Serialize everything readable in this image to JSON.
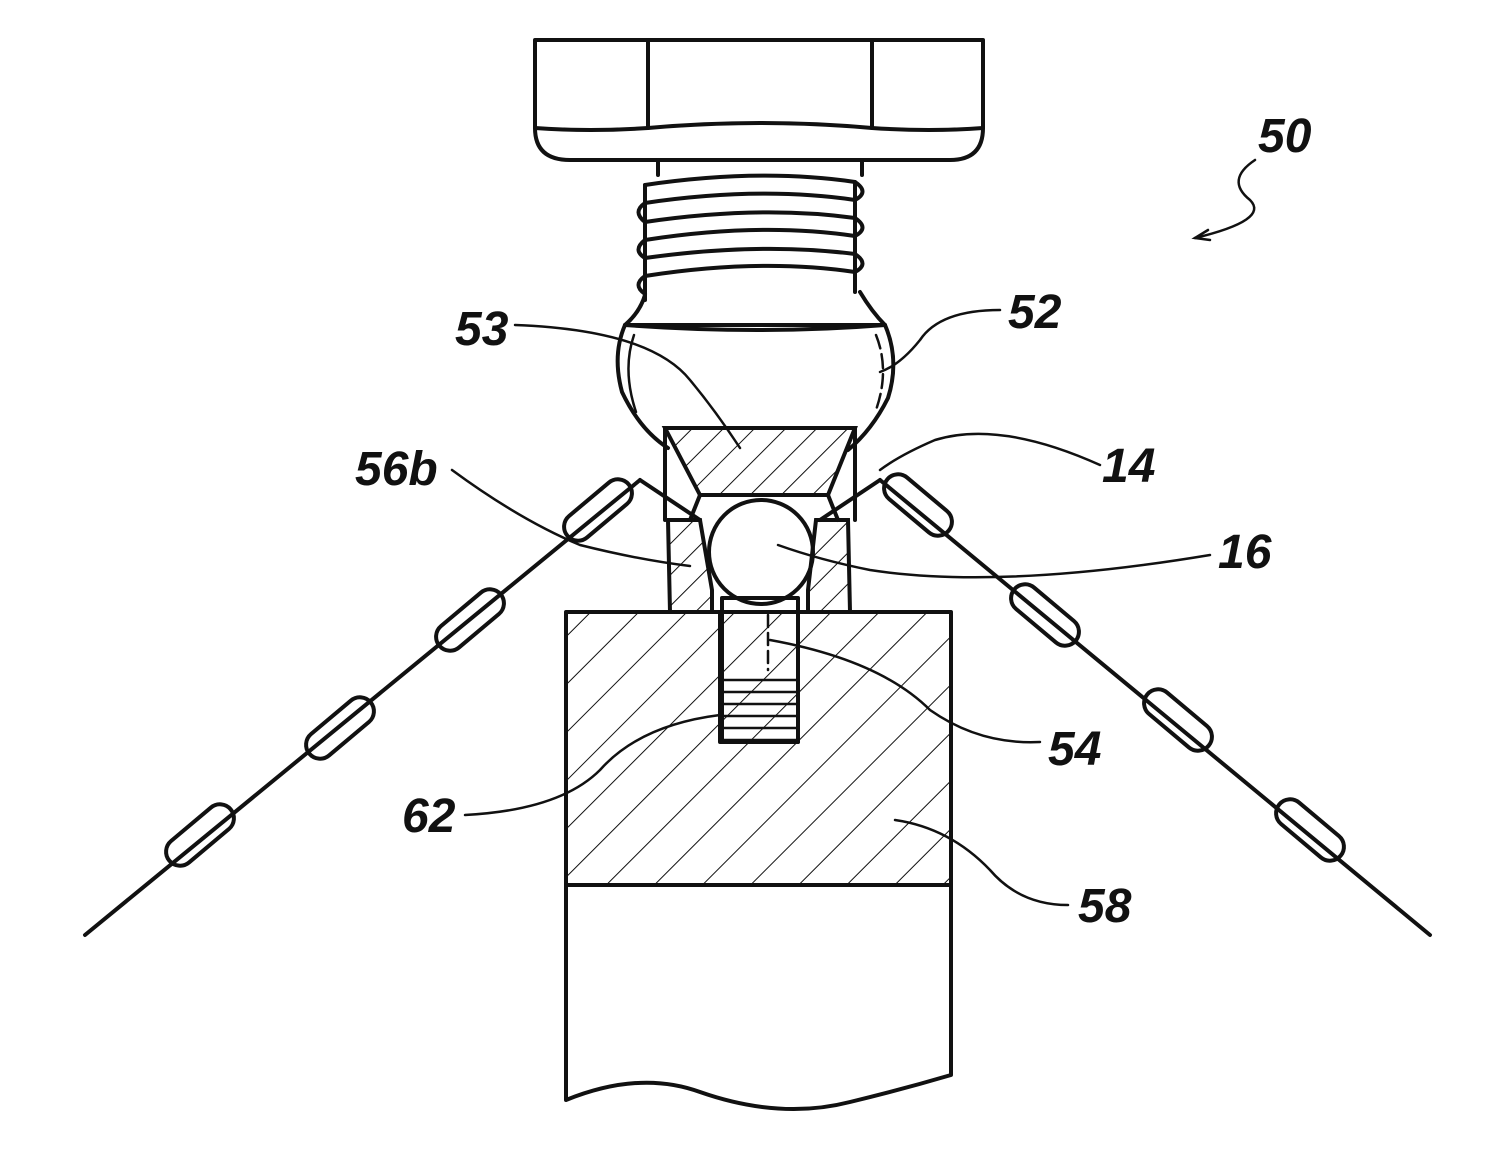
{
  "figure": {
    "reference_numeral": "50",
    "labels": {
      "ball_joint": "52",
      "insert": "53",
      "pin": "54",
      "cup_wall": "56b",
      "spring": "62",
      "base": "58",
      "chain": "14",
      "ball": "16"
    }
  }
}
